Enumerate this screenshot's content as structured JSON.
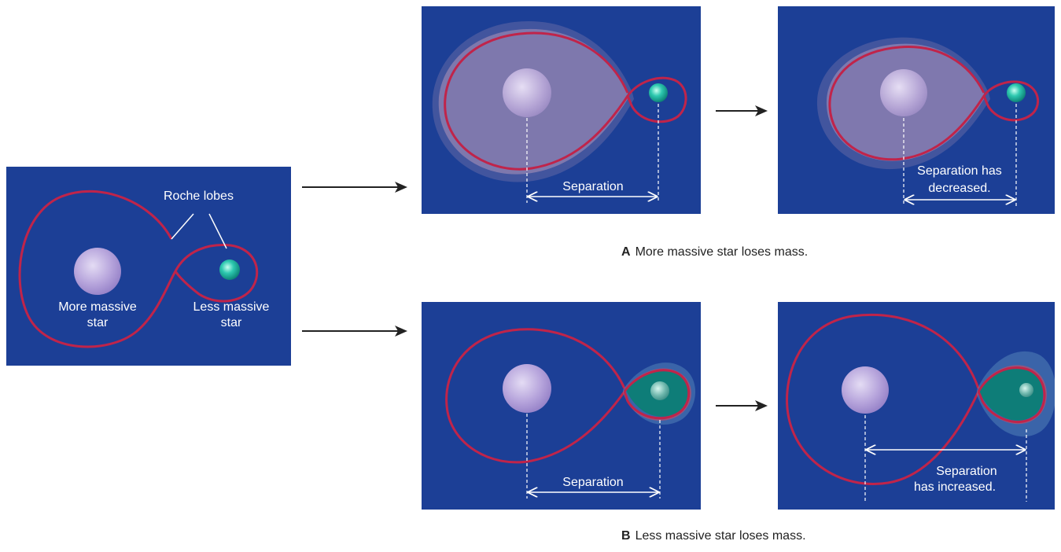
{
  "initial": {
    "roche_label": "Roche lobes",
    "more_massive_line1": "More massive",
    "more_massive_line2": "star",
    "less_massive_line1": "Less massive",
    "less_massive_line2": "star"
  },
  "case_a": {
    "letter": "A",
    "caption": "More massive star loses mass.",
    "step1_label": "Separation",
    "step2_label_line1": "Separation has",
    "step2_label_line2": "decreased."
  },
  "case_b": {
    "letter": "B",
    "caption": "Less massive star loses mass.",
    "step1_label": "Separation",
    "step2_label_line1": "Separation",
    "step2_label_line2": "has increased."
  },
  "colors": {
    "panel_background": "#1c3f96",
    "roche_lobe": "#c0244a",
    "massive_star": "#b9a6dc",
    "companion_star": "#1fb6a0",
    "transferred_envelope": "#8a7fb0"
  }
}
